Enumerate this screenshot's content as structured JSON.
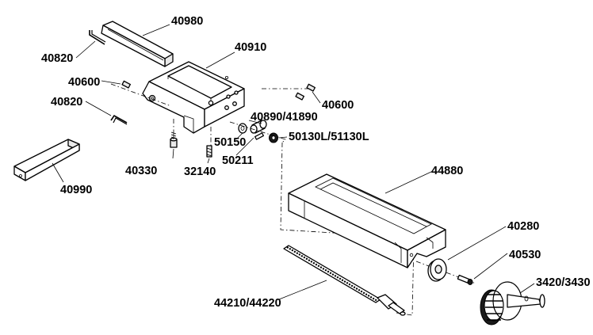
{
  "labels": {
    "l40980": "40980",
    "l40820a": "40820",
    "l40910": "40910",
    "l40600a": "40600",
    "l40820b": "40820",
    "l40600b": "40600",
    "l40890": "40890/41890",
    "l50130": "50130L/51130L",
    "l50150": "50150",
    "l50211": "50211",
    "l40330": "40330",
    "l32140": "32140",
    "l40990": "40990",
    "l44880": "44880",
    "l40280": "40280",
    "l40530": "40530",
    "l3420": "3420/3430",
    "l44210": "44210/44220"
  }
}
